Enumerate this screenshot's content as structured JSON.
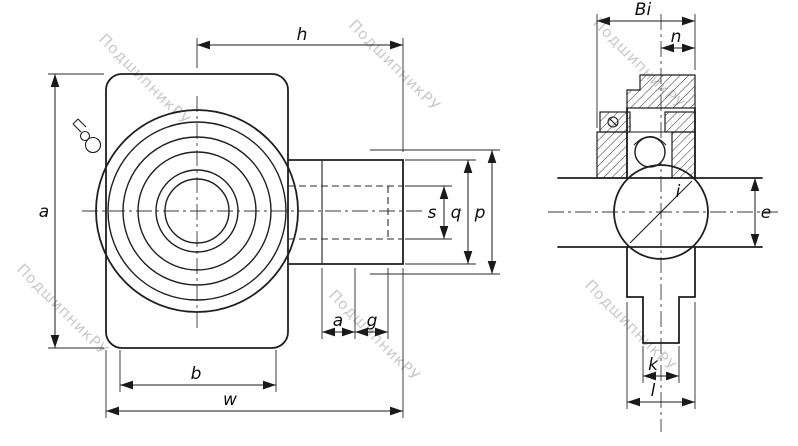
{
  "watermark": {
    "text": "ПодшипникРУ"
  },
  "front_view": {
    "dims": {
      "h": "h",
      "a_height": "a",
      "s": "s",
      "q": "q",
      "p": "p",
      "a_slot": "a",
      "g": "g",
      "b": "b",
      "w": "w"
    }
  },
  "side_view": {
    "dims": {
      "Bi": "Bi",
      "n": "n",
      "i": "i",
      "e": "e",
      "k": "k",
      "l": "l"
    }
  }
}
